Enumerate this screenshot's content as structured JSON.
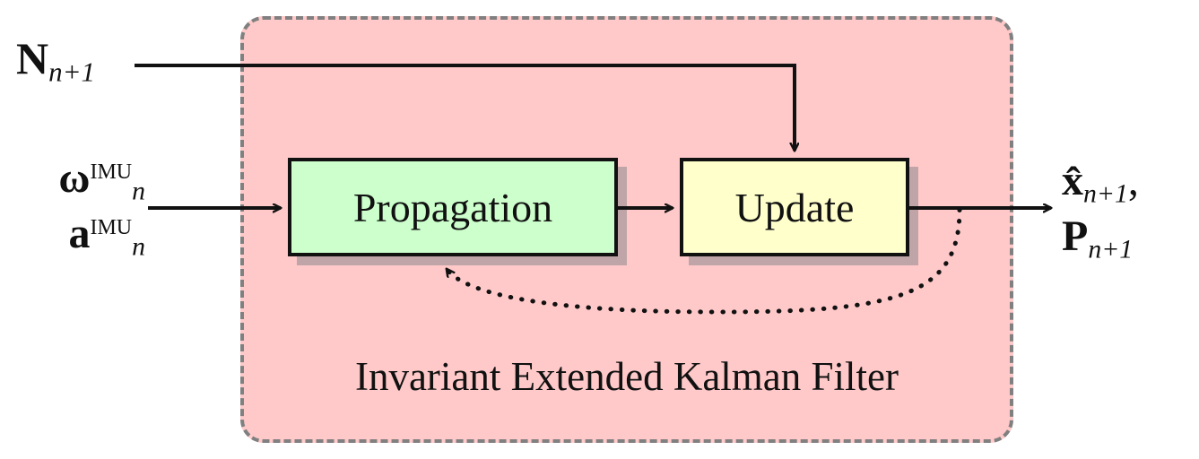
{
  "diagram": {
    "title": "Invariant Extended Kalman Filter block diagram",
    "container": {
      "caption": "Invariant Extended Kalman Filter",
      "fill": "#ffc9c9",
      "border_color": "#808080",
      "border_style": "dashed"
    },
    "blocks": [
      {
        "id": "propagation",
        "label": "Propagation",
        "fill": "#ccffcc",
        "border": "#111111",
        "shadow": "#bfa5a7"
      },
      {
        "id": "update",
        "label": "Update",
        "fill": "#ffffcc",
        "border": "#111111",
        "shadow": "#bfa5a7"
      }
    ],
    "labels": {
      "measurement_input": {
        "symbol": "N",
        "subscript": "n+1",
        "plain": "N_{n+1}"
      },
      "imu_inputs": [
        {
          "symbol": "ω",
          "superscript": "IMU",
          "subscript": "n",
          "plain": "ω^{IMU}_n"
        },
        {
          "symbol": "a",
          "superscript": "IMU",
          "subscript": "n",
          "plain": "a^{IMU}_n"
        }
      ],
      "outputs": [
        {
          "symbol": "x̂",
          "subscript": "n+1",
          "trailing": ",",
          "plain": "x̂_{n+1},"
        },
        {
          "symbol": "P",
          "subscript": "n+1",
          "trailing": "",
          "plain": "P_{n+1}"
        }
      ]
    },
    "connections": [
      {
        "name": "n-to-update",
        "from": "N_{n+1}",
        "to": "Update",
        "style": "solid",
        "arrow": true
      },
      {
        "name": "imu-to-propagation",
        "from": "IMU inputs",
        "to": "Propagation",
        "style": "solid",
        "arrow": true
      },
      {
        "name": "propagation-to-update",
        "from": "Propagation",
        "to": "Update",
        "style": "solid",
        "arrow": true
      },
      {
        "name": "update-to-output",
        "from": "Update",
        "to": "outputs",
        "style": "solid",
        "arrow": true
      },
      {
        "name": "feedback",
        "from": "Update",
        "to": "Propagation",
        "style": "dotted",
        "arrow": true
      }
    ]
  }
}
